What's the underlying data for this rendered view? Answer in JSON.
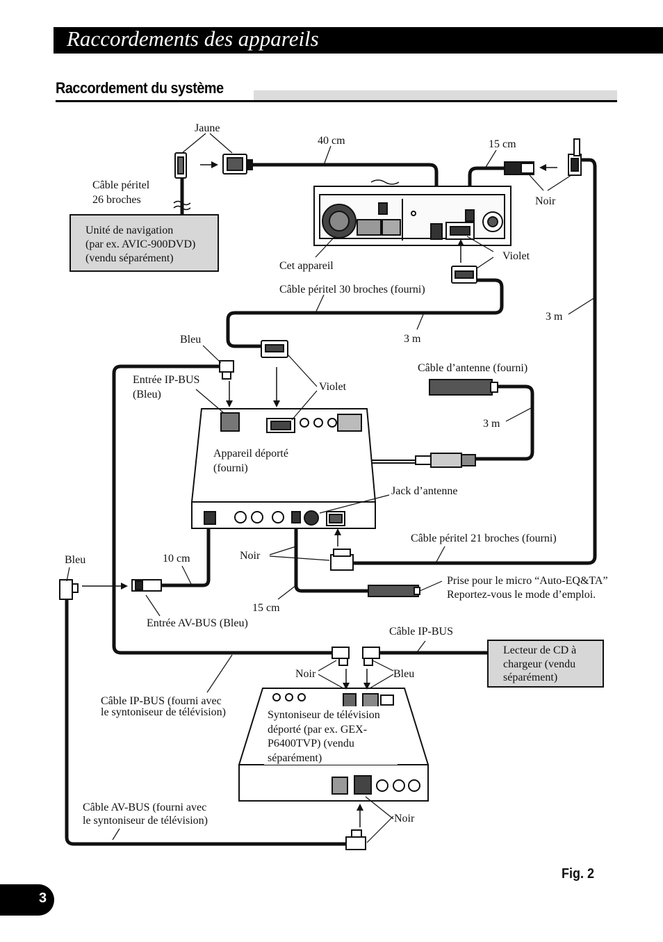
{
  "header": {
    "title": "Raccordements des appareils"
  },
  "section": {
    "title": "Raccordement du système"
  },
  "figure": {
    "label": "Fig. 2"
  },
  "page": {
    "number": "3"
  },
  "labels": {
    "jaune": "Jaune",
    "cable_peritel_26_l1": "Câble péritel",
    "cable_peritel_26_l2": "26 broches",
    "nav_box_l1": "Unité de navigation",
    "nav_box_l2": "(par ex. AVIC-900DVD)",
    "nav_box_l3": "(vendu séparément)",
    "len_40cm": "40 cm",
    "len_15cm_top": "15 cm",
    "noir_top": "Noir",
    "cet_appareil": "Cet appareil",
    "violet_top": "Violet",
    "cable_peritel_30": "Câble péritel 30 broches (fourni)",
    "len_3m_right": "3 m",
    "len_3m_mid": "3 m",
    "bleu_left": "Bleu",
    "entree_ipbus_l1": "Entrée IP-BUS",
    "entree_ipbus_l2": "(Bleu)",
    "violet_mid": "Violet",
    "cable_antenne": "Câble d’antenne (fourni)",
    "len_3m_antenna": "3 m",
    "appareil_deporte_l1": "Appareil déporté",
    "appareil_deporte_l2": "(fourni)",
    "jack_antenne": "Jack d’antenne",
    "cable_peritel_21": "Câble péritel 21 broches (fourni)",
    "bleu_far_left": "Bleu",
    "len_10cm": "10 cm",
    "noir_mid": "Noir",
    "micro_l1": "Prise pour le micro “Auto-EQ&TA”",
    "micro_l2": "Reportez-vous le mode d’emploi.",
    "len_15cm_bottom": "15 cm",
    "entree_avbus": "Entrée AV-BUS (Bleu)",
    "cable_ipbus": "Câble IP-BUS",
    "cd_box_l1": "Lecteur de CD à",
    "cd_box_l2": "chargeur (vendu",
    "cd_box_l3": "séparément)",
    "noir_tv": "Noir",
    "bleu_tv": "Bleu",
    "cable_ipbus_tv_l1": "Câble IP-BUS (fourni avec",
    "cable_ipbus_tv_l2": "le syntoniseur de télévision)",
    "tv_tuner_l1": "Syntoniseur de télévision",
    "tv_tuner_l2": "déporté (par ex. GEX-",
    "tv_tuner_l3": "P6400TVP) (vendu",
    "tv_tuner_l4": "séparément)",
    "cable_avbus_l1": "Câble AV-BUS (fourni avec",
    "cable_avbus_l2": "le syntoniseur de télévision)",
    "noir_bottom": "Noir"
  }
}
